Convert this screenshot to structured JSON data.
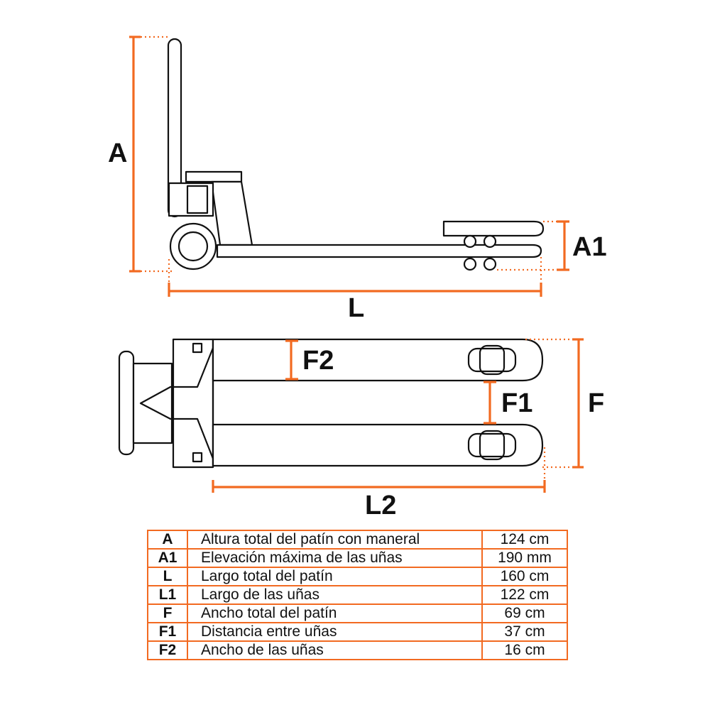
{
  "colors": {
    "accent": "#f26a21",
    "line": "#111111"
  },
  "labels": {
    "A": "A",
    "A1": "A1",
    "L": "L",
    "F2": "F2",
    "F1": "F1",
    "F": "F",
    "L2": "L2"
  },
  "specs": [
    {
      "code": "A",
      "description": "Altura total del patín con maneral",
      "value": "124 cm"
    },
    {
      "code": "A1",
      "description": "Elevación máxima de las uñas",
      "value": "190 mm"
    },
    {
      "code": "L",
      "description": "Largo total del patín",
      "value": "160 cm"
    },
    {
      "code": "L1",
      "description": "Largo de las uñas",
      "value": "122 cm"
    },
    {
      "code": "F",
      "description": "Ancho total del patín",
      "value": "69 cm"
    },
    {
      "code": "F1",
      "description": "Distancia entre uñas",
      "value": "37 cm"
    },
    {
      "code": "F2",
      "description": "Ancho de las uñas",
      "value": "16 cm"
    }
  ]
}
